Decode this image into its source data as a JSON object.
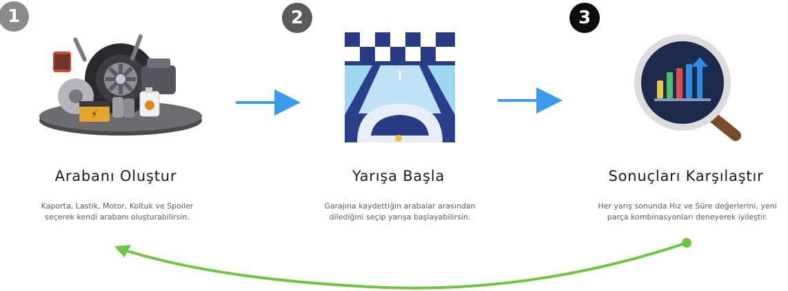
{
  "steps": [
    {
      "number": "1",
      "title": "Arabanı Oluştur",
      "description_line1": "Kaporta, Lastik, Motor, Koltuk ve Spoiler",
      "description_line2": "seçerek kendi arabanı oluşturabilirsin.",
      "icon": "car-parts-icon"
    },
    {
      "number": "2",
      "title": "Yarışa Başla",
      "description_line1": "Garajına kaydettiğin arabalar arasından",
      "description_line2": "dilediğini seçip yarışa başlayabilirsin.",
      "icon": "race-track-icon"
    },
    {
      "number": "3",
      "title": "Sonuçları Karşılaştır",
      "description_line1": "Her yarış sonunda Hız ve Süre değerlerini, yeni",
      "description_line2": "parça kombinasyonları deneyerek iyileştir.",
      "icon": "results-chart-magnifier-icon"
    }
  ],
  "colors": {
    "flow_arrow": "#3a9bec",
    "loop_arrow": "#6cc63f",
    "badge_1": "#8a8a8a",
    "badge_2": "#5a5a5a",
    "badge_3": "#0d0d0d"
  }
}
